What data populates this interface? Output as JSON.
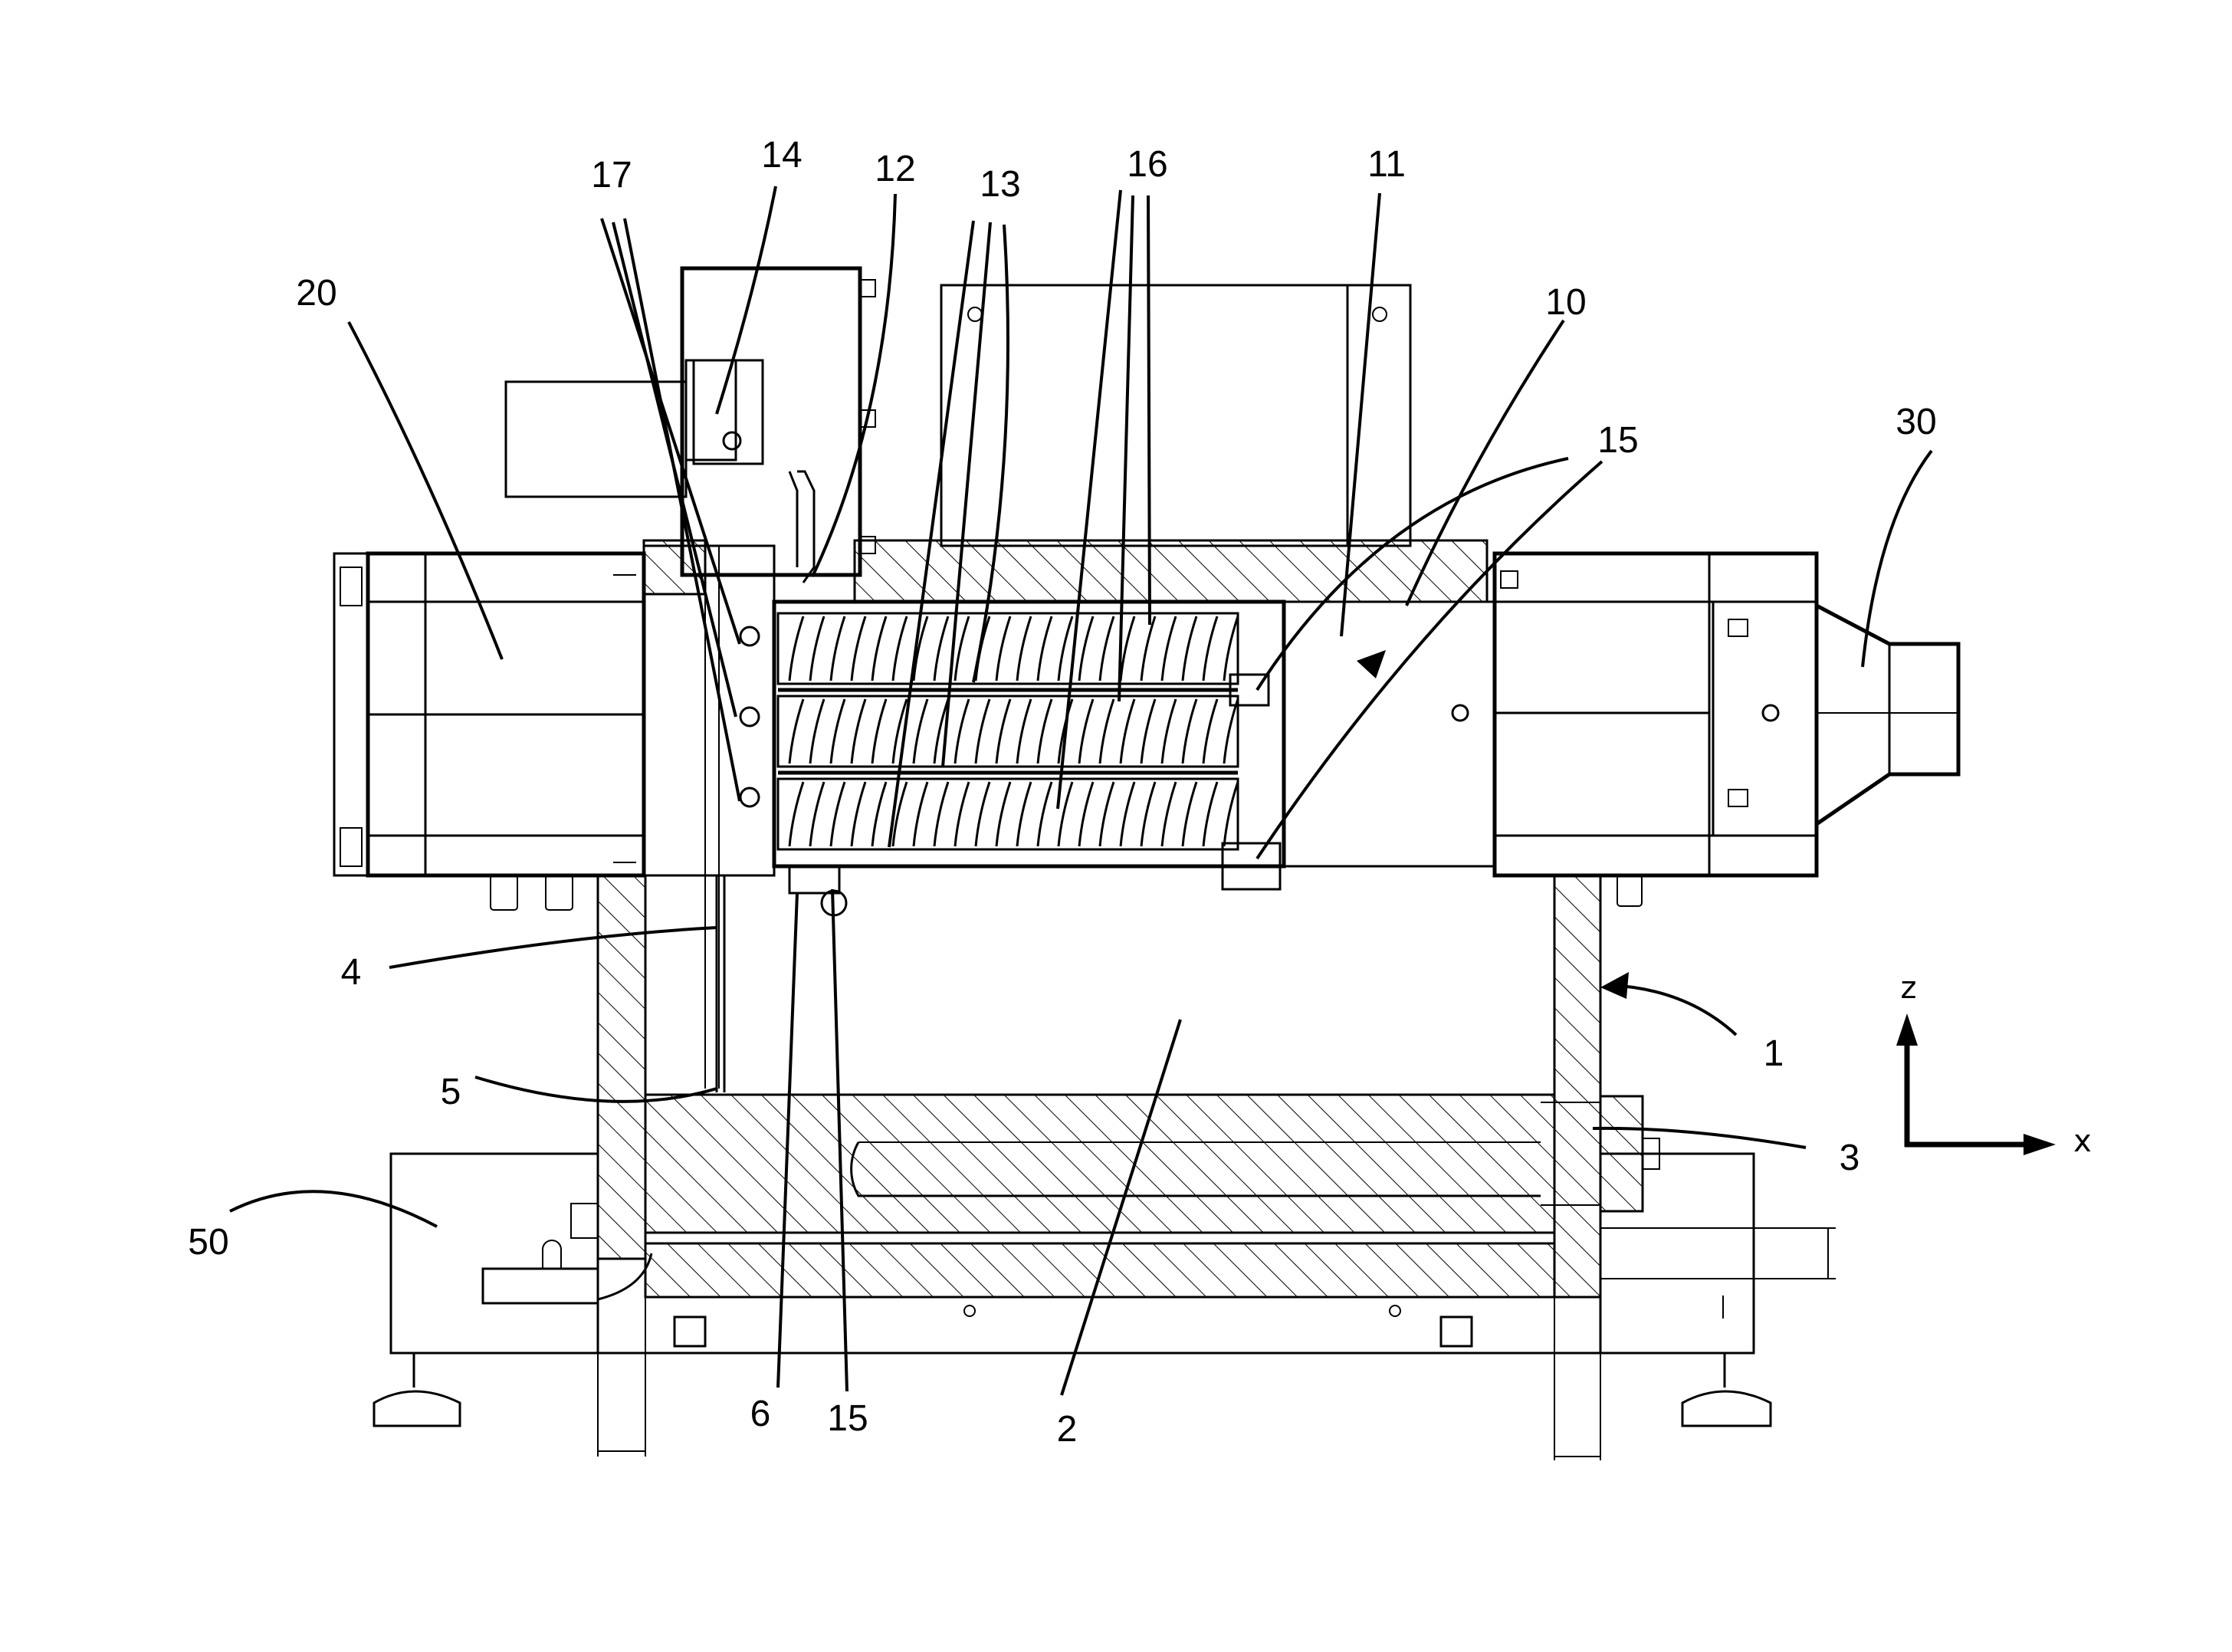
{
  "figure": {
    "type": "technical-patent-drawing",
    "description": "Side sectional view of apparatus with screw conveyors on frame"
  },
  "reference_labels": {
    "frame": "1",
    "lower_chamber": "2",
    "right_fitting": "3",
    "pipe_vertical": "4",
    "pipe_bend": "5",
    "bottom_part": "6",
    "screw_unit": "10",
    "housing": "11",
    "connector": "12",
    "screws": "13",
    "drive_box": "14",
    "bearing_top": "15",
    "bearing_bottom": "15",
    "screw_flights": "16",
    "inlets": "17",
    "left_module": "20",
    "outlet_cone": "30",
    "base_unit": "50"
  },
  "axes": {
    "vertical": "z",
    "horizontal": "x"
  },
  "colors": {
    "ink": "#000000",
    "paper": "#ffffff"
  }
}
